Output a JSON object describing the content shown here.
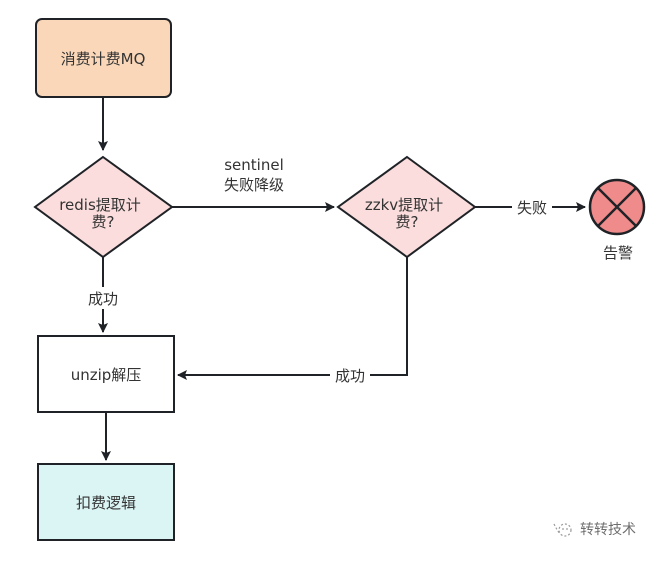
{
  "colors": {
    "stroke": "#1f2226",
    "start_fill": "#fad7b8",
    "decision_fill": "#fadddc",
    "process_fill": "#ffffff",
    "end_fill": "#dbf4f4",
    "alert_fill": "#f08b8b",
    "text": "#333333"
  },
  "nodes": {
    "mq": {
      "label": "消费计费MQ",
      "shape": "rounded-rect"
    },
    "redis": {
      "label_line1": "redis提取计",
      "label_line2": "费?",
      "shape": "diamond"
    },
    "zzkv": {
      "label_line1": "zzkv提取计",
      "label_line2": "费?",
      "shape": "diamond"
    },
    "alert": {
      "label": "告警",
      "shape": "circle-x"
    },
    "unzip": {
      "label": "unzip解压",
      "shape": "rect"
    },
    "deduct": {
      "label": "扣费逻辑",
      "shape": "rect"
    }
  },
  "edges": {
    "redis_to_zzkv": {
      "label_line1": "sentinel",
      "label_line2": "失败降级"
    },
    "zzkv_to_alert": {
      "label": "失败"
    },
    "redis_to_unzip": {
      "label": "成功"
    },
    "zzkv_to_unzip": {
      "label": "成功"
    }
  },
  "watermark": {
    "text": "转转技术",
    "icon": "wechat-icon"
  }
}
